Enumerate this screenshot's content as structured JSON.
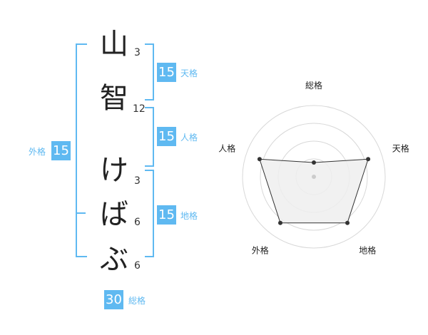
{
  "name": {
    "characters": [
      {
        "char": "山",
        "strokes": "3"
      },
      {
        "char": "智",
        "strokes": "12"
      },
      {
        "char": "け",
        "strokes": "3"
      },
      {
        "char": "ば",
        "strokes": "6"
      },
      {
        "char": "ぶ",
        "strokes": "6"
      }
    ]
  },
  "fortunes": {
    "tenkaku": {
      "label": "天格",
      "value": "15"
    },
    "jinkaku": {
      "label": "人格",
      "value": "15"
    },
    "chikaku": {
      "label": "地格",
      "value": "15"
    },
    "gaikaku": {
      "label": "外格",
      "value": "15"
    },
    "soukaku": {
      "label": "総格",
      "value": "30"
    }
  },
  "colors": {
    "accent": "#5fb9f1",
    "polygon_fill": "#eeeeee",
    "polygon_stroke": "#333333"
  },
  "chart_data": {
    "type": "radar",
    "axes": [
      "総格",
      "天格",
      "地格",
      "外格",
      "人格"
    ],
    "values": [
      1,
      4,
      4,
      4,
      4
    ],
    "range": [
      0,
      5
    ],
    "rings": 4
  }
}
